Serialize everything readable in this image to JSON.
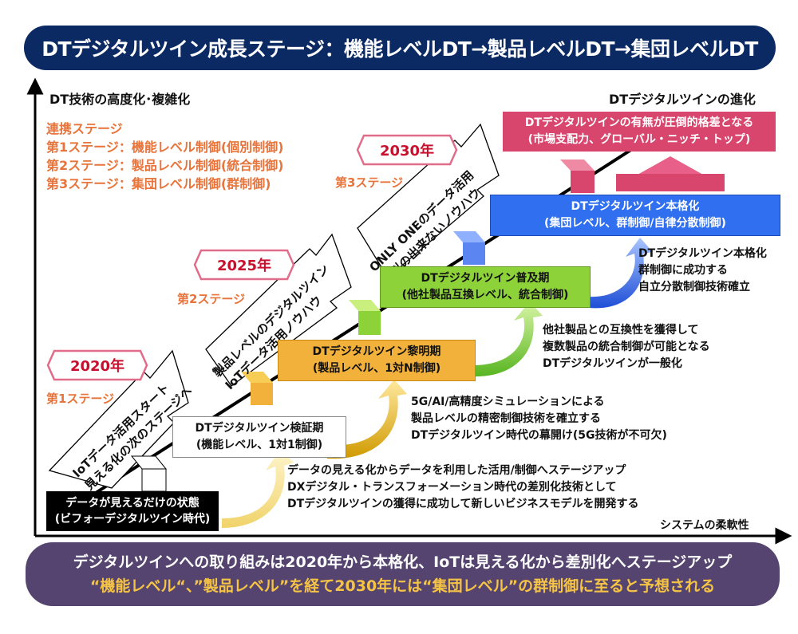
{
  "title": "DTデジタルツイン成長ステージ：機能レベルDT→製品レベルDT→集団レベルDT",
  "axes": {
    "y_label": "DT技術の高度化･複雑化",
    "x_label": "システムの柔軟性",
    "top_right": "DTデジタルツインの進化"
  },
  "stage_list": [
    "連携ステージ",
    "第1ステージ：機能レベル制御(個別制御)",
    "第2ステージ：製品レベル制御(統合制御)",
    "第3ステージ：集団レベル制御(群制御)"
  ],
  "milestones": [
    {
      "year": "2020年",
      "stage": "第1ステージ",
      "arrow_lines": [
        "IoTデータ活用スタート",
        "見える化の次のステージへ"
      ]
    },
    {
      "year": "2025年",
      "stage": "第2ステージ",
      "arrow_lines": [
        "製品レベルのデジタルツイン",
        "IoTデータ活用ノウハウ"
      ]
    },
    {
      "year": "2030年",
      "stage": "第3ステージ",
      "arrow_lines": [
        "ONLY ONEのデータ活用",
        "真似の出来ないノウハウ"
      ]
    }
  ],
  "boxes": {
    "before": {
      "line1": "データが見えるだけの状態",
      "line2": "(ビフォーデジタルツイン時代)"
    },
    "verify": {
      "line1": "DTデジタルツイン検証期",
      "line2": "(機能レベル、1対1制御)"
    },
    "dawn": {
      "line1": "DTデジタルツイン黎明期",
      "line2": "(製品レベル、1対N制御)"
    },
    "spread": {
      "line1": "DTデジタルツイン普及期",
      "line2": "(他社製品互換レベル、統合制御)"
    },
    "full": {
      "line1": "DTデジタルツイン本格化",
      "line2": "(集団レベル、群制御/自律分散制御)"
    },
    "goal": {
      "line1": "DTデジタルツインの有無が圧倒的格差となる",
      "line2": "(市場支配力、グローバル・ニッチ・トップ)"
    }
  },
  "descriptions": {
    "d1": [
      "データの見える化からデータを利用した活用/制御へステージアップ",
      "DXデジタル・トランスフォーメーション時代の差別化技術として",
      "DTデジタルツインの獲得に成功して新しいビジネスモデルを開発する"
    ],
    "d2": [
      "5G/AI/高精度シミュレーションによる",
      "製品レベルの精密制御技術を確立する",
      "DTデジタルツイン時代の幕開け(5G技術が不可欠)"
    ],
    "d3": [
      "他社製品との互換性を獲得して",
      "複数製品の統合制御が可能となる",
      "DTデジタルツインが一般化"
    ],
    "d4": [
      "DTデジタルツイン本格化",
      "群制御に成功する",
      "自立分散制御技術確立"
    ]
  },
  "footer": {
    "line1": "デジタルツインへの取り組みは2020年から本格化、IoTは見える化から差別化へステージアップ",
    "line2": "“機能レベル“、”製品レベル”を経て2030年には“集団レベル”の群制御に至ると予想される"
  },
  "colors": {
    "banner": "#0b2a63",
    "stage_text": "#e8743b",
    "year_text": "#c8102e",
    "box_before": "#000000",
    "box_dawn": "#f2b13a",
    "box_spread": "#8ed23a",
    "box_full": "#2f6ff0",
    "box_goal": "#d8456d",
    "footer_bg": "#55446f",
    "footer_line2": "#f6c444"
  }
}
